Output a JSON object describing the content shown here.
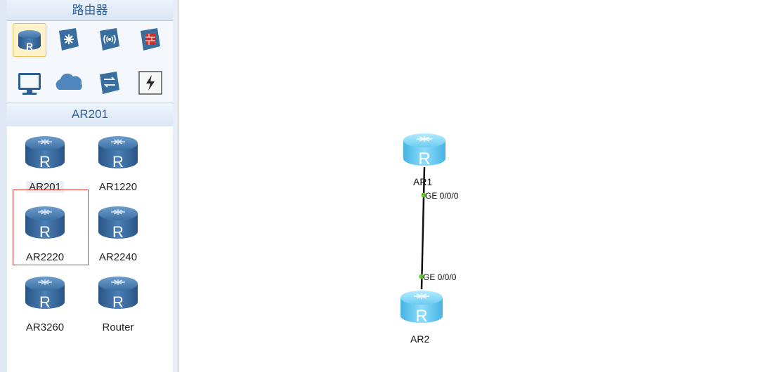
{
  "palette": {
    "category_title": "路由器",
    "categories": [
      {
        "icon": "router-category-icon",
        "selected": true
      },
      {
        "icon": "switch-category-icon",
        "selected": false
      },
      {
        "icon": "wireless-category-icon",
        "selected": false
      },
      {
        "icon": "firewall-category-icon",
        "selected": false
      },
      {
        "icon": "pc-category-icon",
        "selected": false
      },
      {
        "icon": "cloud-category-icon",
        "selected": false
      },
      {
        "icon": "other-device-category-icon",
        "selected": false
      },
      {
        "icon": "connection-category-icon",
        "selected": false
      }
    ],
    "device_group_title": "AR201",
    "devices": [
      {
        "label": "AR201",
        "icon": "router-icon"
      },
      {
        "label": "AR1220",
        "icon": "router-icon"
      },
      {
        "label": "AR2220",
        "icon": "router-icon",
        "selected": true
      },
      {
        "label": "AR2240",
        "icon": "router-icon"
      },
      {
        "label": "AR3260",
        "icon": "router-icon"
      },
      {
        "label": "Router",
        "icon": "router-icon"
      }
    ]
  },
  "topology": {
    "nodes": [
      {
        "name": "AR1",
        "icon": "router-icon"
      },
      {
        "name": "AR2",
        "icon": "router-icon"
      }
    ],
    "link": {
      "from_port": "GE 0/0/0",
      "to_port": "GE 0/0/0",
      "status_color": "#5fbf2a"
    }
  },
  "colors": {
    "accent": "#2f5f9a",
    "selection_border": "#d9332f",
    "router_dark": "#2c5a8a",
    "router_light": "#5ec8f0"
  }
}
